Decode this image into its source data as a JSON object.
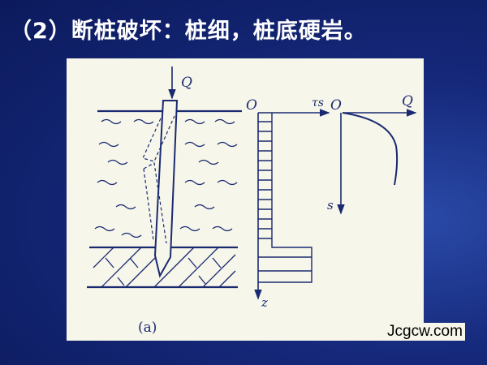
{
  "title": "（2）断桩破坏：桩细，桩底硬岩。",
  "figure": {
    "load_label": "Q",
    "origin_label_1": "O",
    "shear_axis_label": "τs",
    "depth_axis_label": "z",
    "origin_label_2": "O",
    "load_axis_label": "Q",
    "settlement_axis_label": "s",
    "caption": "(a)"
  },
  "watermark": "Jcgcw.com",
  "colors": {
    "background": "#15287a",
    "title": "#ffffff",
    "line": "#1a2a70"
  }
}
